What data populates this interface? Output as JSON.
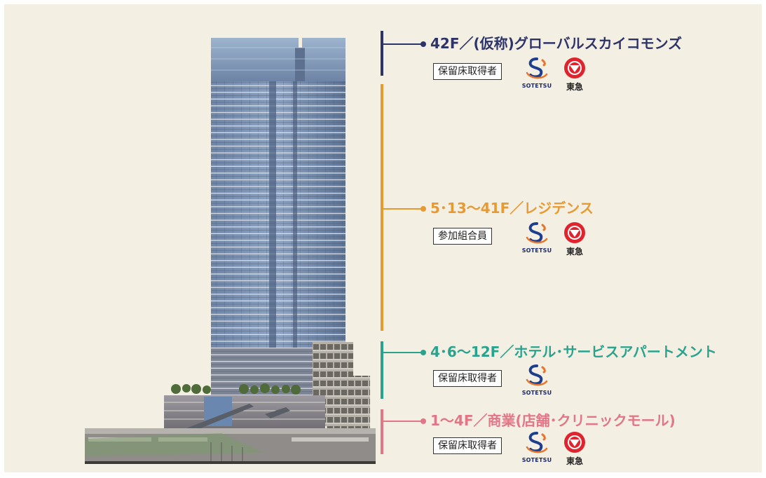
{
  "colors": {
    "navy": "#2d3468",
    "orange": "#e89a32",
    "teal": "#2aa38e",
    "pink": "#e27586",
    "panel_bg": "#f4efe3"
  },
  "sections": [
    {
      "id": "global-commons",
      "title": "42F／(仮称)グローバルスカイコモンズ",
      "role": "保留床取得者",
      "logos": [
        "sotetsu",
        "tokyu"
      ]
    },
    {
      "id": "residence",
      "title": "5･13～41F／レジデンス",
      "role": "参加組合員",
      "logos": [
        "sotetsu",
        "tokyu"
      ]
    },
    {
      "id": "hotel",
      "title": "4･6～12F／ホテル･サービスアパートメント",
      "role": "保留床取得者",
      "logos": [
        "sotetsu"
      ]
    },
    {
      "id": "commercial",
      "title": "1～4F／商業(店舗･クリニックモール)",
      "role": "保留床取得者",
      "logos": [
        "sotetsu",
        "tokyu"
      ]
    }
  ],
  "logos": {
    "sotetsu_label": "SOTETSU",
    "tokyu_label": "東急"
  }
}
